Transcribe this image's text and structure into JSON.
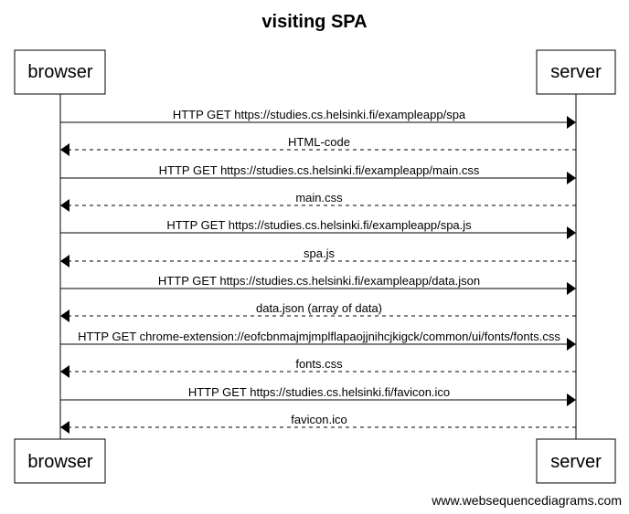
{
  "diagram": {
    "title": "visiting SPA",
    "participants": [
      {
        "id": "browser",
        "label": "browser"
      },
      {
        "id": "server",
        "label": "server"
      }
    ],
    "messages": [
      {
        "from": "browser",
        "to": "server",
        "style": "solid",
        "label": "HTTP GET https://studies.cs.helsinki.fi/exampleapp/spa"
      },
      {
        "from": "server",
        "to": "browser",
        "style": "dashed",
        "label": "HTML-code"
      },
      {
        "from": "browser",
        "to": "server",
        "style": "solid",
        "label": "HTTP GET https://studies.cs.helsinki.fi/exampleapp/main.css"
      },
      {
        "from": "server",
        "to": "browser",
        "style": "dashed",
        "label": "main.css"
      },
      {
        "from": "browser",
        "to": "server",
        "style": "solid",
        "label": "HTTP GET https://studies.cs.helsinki.fi/exampleapp/spa.js"
      },
      {
        "from": "server",
        "to": "browser",
        "style": "dashed",
        "label": "spa.js"
      },
      {
        "from": "browser",
        "to": "server",
        "style": "solid",
        "label": "HTTP GET https://studies.cs.helsinki.fi/exampleapp/data.json"
      },
      {
        "from": "server",
        "to": "browser",
        "style": "dashed",
        "label": "data.json (array of data)"
      },
      {
        "from": "browser",
        "to": "server",
        "style": "solid",
        "label": "HTTP GET chrome-extension://eofcbnmajmjmplflapaojjnihcjkigck/common/ui/fonts/fonts.css"
      },
      {
        "from": "server",
        "to": "browser",
        "style": "dashed",
        "label": "fonts.css"
      },
      {
        "from": "browser",
        "to": "server",
        "style": "solid",
        "label": "HTTP GET https://studies.cs.helsinki.fi/favicon.ico"
      },
      {
        "from": "server",
        "to": "browser",
        "style": "dashed",
        "label": "favicon.ico"
      }
    ]
  },
  "watermark": "www.websequencediagrams.com",
  "colors": {
    "line": "#000000",
    "box_fill": "#ffffff",
    "background": "#ffffff"
  }
}
